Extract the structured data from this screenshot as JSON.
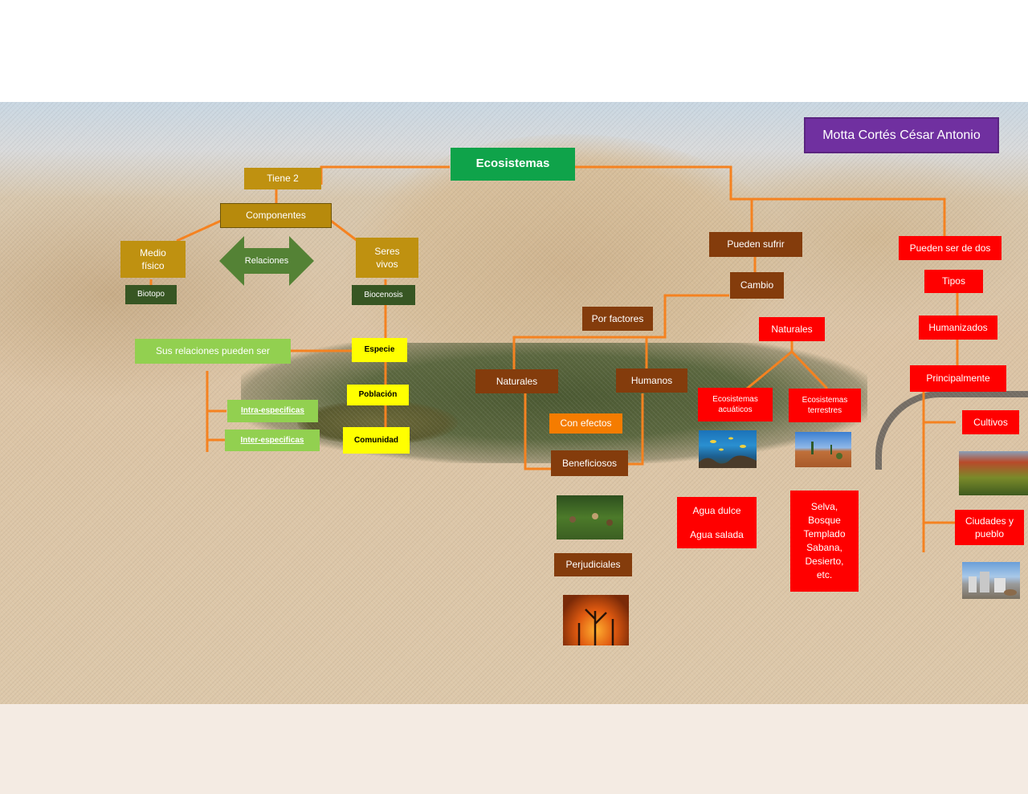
{
  "title": "Ecosistemas",
  "author": "Motta Cortés César Antonio",
  "left_branch": {
    "tiene": "Tiene 2",
    "componentes": "Componentes",
    "medio_fisico": "Medio físico",
    "biotopo": "Biotopo",
    "relaciones": "Relaciones",
    "seres_vivos": "Seres vivos",
    "biocenosis": "Biocenosis",
    "sus_relaciones": "Sus relaciones pueden ser",
    "intra": "Intra-especificas",
    "inter": "Inter-especificas",
    "especie": "Especie",
    "poblacion": "Población",
    "comunidad": "Comunidad"
  },
  "middle_branch": {
    "pueden_sufrir": "Pueden sufrir",
    "cambio": "Cambio",
    "por_factores": "Por factores",
    "naturales": "Naturales",
    "humanos": "Humanos",
    "con_efectos": "Con efectos",
    "beneficiosos": "Beneficiosos",
    "perjudiciales": "Perjudiciales",
    "naturales_red": "Naturales",
    "eco_acuaticos": "Ecosistemas acuáticos",
    "eco_terrestres": "Ecosistemas terrestres",
    "agua_dulce": "Agua dulce",
    "agua_salada": "Agua salada",
    "terrestres_list": [
      "Selva,",
      "Bosque",
      "Templado",
      "Sabana,",
      "Desierto,",
      "etc."
    ]
  },
  "right_branch": {
    "pueden_ser": "Pueden ser de dos",
    "tipos": "Tipos",
    "humanizados": "Humanizados",
    "principalmente": "Principalmente",
    "cultivos": "Cultivos",
    "ciudades": "Ciudades y pueblo"
  },
  "colors": {
    "connector": "#f58220",
    "title_green": "#0fa34a",
    "author_purple": "#7030a0",
    "olive": "#bf9110",
    "dark_green": "#375623",
    "light_green": "#92d050",
    "yellow": "#ffff00",
    "brown": "#843c0c",
    "orange": "#f57c00",
    "red": "#ff0000"
  },
  "images": [
    "reef-photo",
    "desert-photo",
    "farming-photo",
    "fire-photo",
    "crops-photo",
    "city-photo"
  ]
}
